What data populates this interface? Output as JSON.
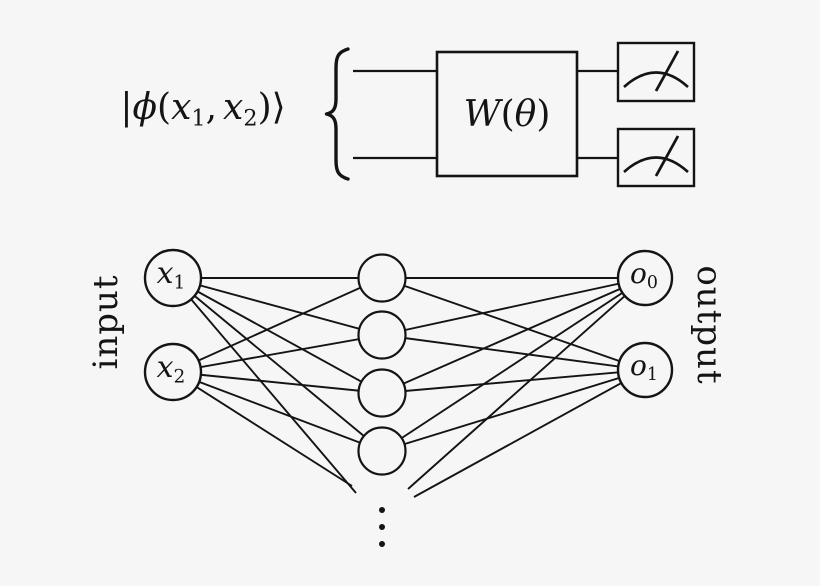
{
  "colors": {
    "background": "#f6f6f6",
    "ink": "#141414"
  },
  "circuit": {
    "state_label": {
      "bar": "|",
      "phi": "ϕ",
      "open_paren": "(",
      "x1_base": "x",
      "x1_sub": "1",
      "comma": ",",
      "x2_base": "x",
      "x2_sub": "2",
      "close_paren": ")",
      "rangle": "⟩"
    },
    "gate_label": {
      "name": "W",
      "open_paren": "(",
      "param": "θ",
      "close_paren": ")"
    },
    "wire_count": 2,
    "measurement_count": 2,
    "measurement_icon": "analog-meter-icon"
  },
  "network": {
    "input_axis_label": "input",
    "output_axis_label": "output",
    "input_nodes": [
      {
        "base": "x",
        "sub": "1"
      },
      {
        "base": "x",
        "sub": "2"
      }
    ],
    "hidden_nodes_visible": 4,
    "output_nodes": [
      {
        "base": "o",
        "sub": "0"
      },
      {
        "base": "o",
        "sub": "1"
      }
    ],
    "ellipsis_dots": 3
  }
}
